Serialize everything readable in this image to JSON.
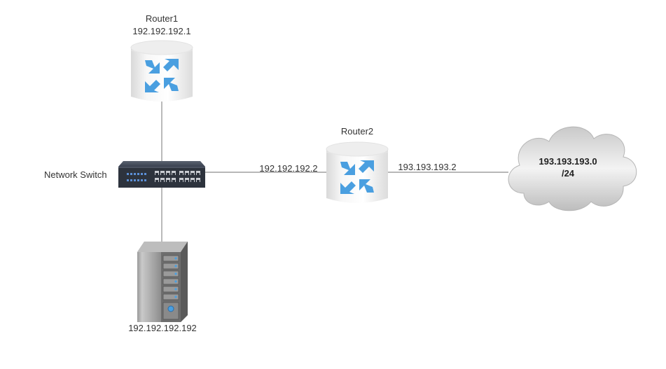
{
  "router1": {
    "name": "Router1",
    "ip": "192.192.192.1",
    "icon": "router-icon"
  },
  "router2": {
    "name": "Router2",
    "icon": "router-icon"
  },
  "switch": {
    "name": "Network Switch",
    "icon": "network-switch-icon"
  },
  "server": {
    "ip": "192.192.192.192",
    "icon": "server-icon"
  },
  "links": {
    "switch_router2": "192.192.192.2",
    "router2_cloud": "193.193.193.2"
  },
  "cloud": {
    "line1": "193.193.193.0",
    "line2": "/24",
    "icon": "cloud-icon"
  },
  "colors": {
    "arrow": "#4a9fe0",
    "line": "#8c8c8c",
    "text": "#333333"
  }
}
